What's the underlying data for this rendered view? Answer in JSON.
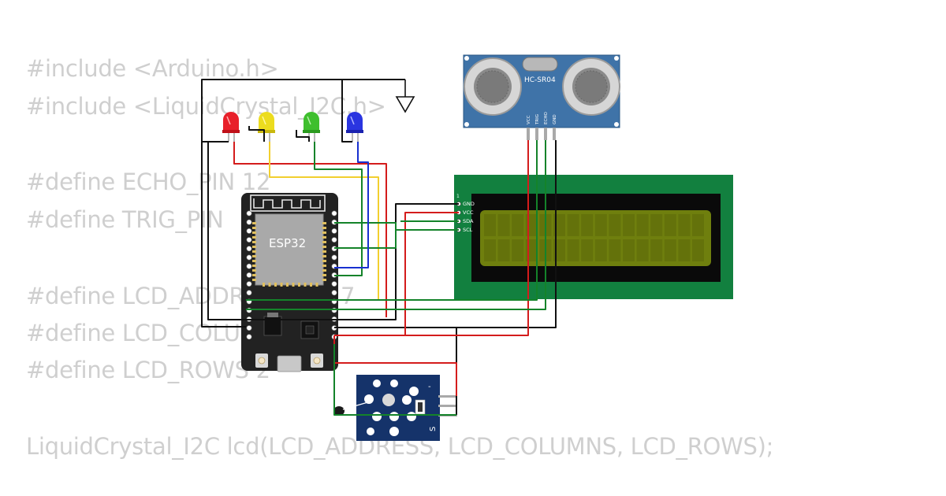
{
  "code": {
    "lines": [
      "#include <Arduino.h>",
      "#include <LiquidCrystal_I2C.h>",
      "#define ECHO_PIN 12",
      "#define TRIG_PIN",
      "#define LCD_ADDR",
      "#define LCD_COLU",
      "#define LCD_ROWS 2",
      "LiquidCrystal_I2C lcd(LCD_ADDRESS, LCD_COLUMNS, LCD_ROWS);"
    ],
    "fragments": [
      "7"
    ]
  },
  "components": {
    "esp32": {
      "label": "ESP32"
    },
    "ultrasonic": {
      "label": "HC-SR04",
      "pins": [
        "VCC",
        "TRIG",
        "ECHO",
        "GND"
      ]
    },
    "lcd": {
      "pin_one": "1",
      "pins": [
        "GND",
        "VCC",
        "SDA",
        "SCL"
      ]
    },
    "sensor_module": {
      "pins": [
        "-",
        "S"
      ]
    },
    "leds": [
      "red-led",
      "yellow-led",
      "green-led",
      "blue-led"
    ]
  },
  "colors": {
    "code_text": "#cfcfcf",
    "wire_black": "#111111",
    "wire_red": "#d41c1c",
    "wire_green": "#14832a",
    "wire_yellow": "#f2cf2f",
    "wire_blue": "#1830d0",
    "lcd_board": "#12803f",
    "lcd_screen": "#6f7f0e",
    "sensor_board": "#3f73a8",
    "module_board": "#15336a",
    "esp_board": "#222222"
  }
}
